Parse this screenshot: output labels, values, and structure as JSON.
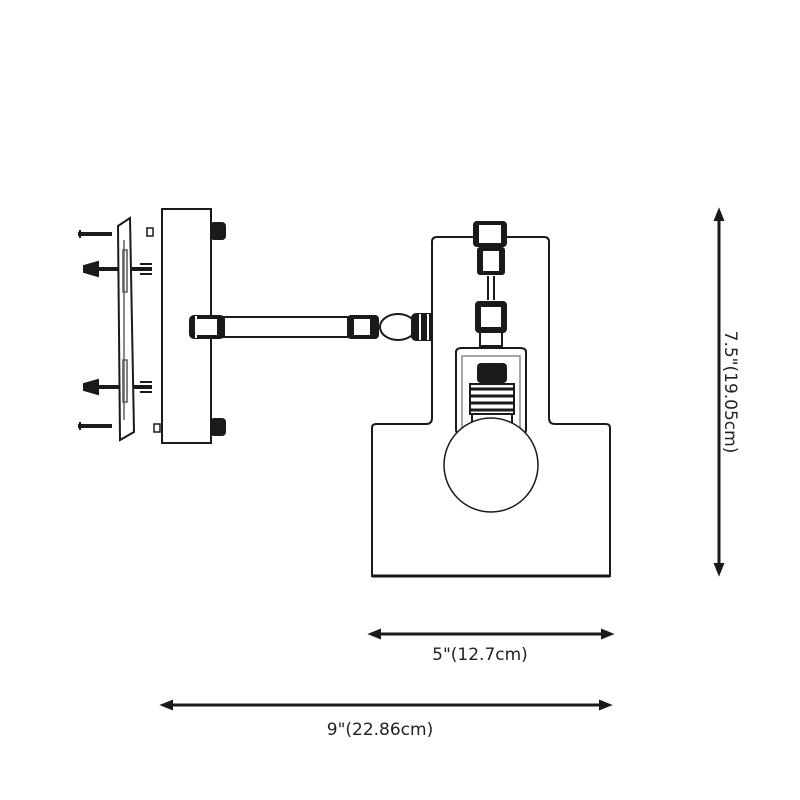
{
  "dimensions": {
    "shade_width": "5\"(12.7cm)",
    "total_width": "9\"(22.86cm)",
    "height": "7.5\"(19.05cm)"
  },
  "colors": {
    "line": "#1a1a1a",
    "fill": "#ffffff",
    "gray": "#888888"
  }
}
